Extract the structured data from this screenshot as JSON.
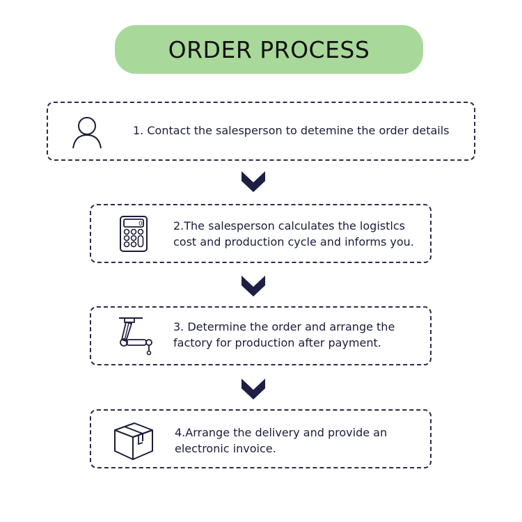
{
  "title": "ORDER PROCESS",
  "colors": {
    "title_bg": "#a9d99a",
    "border": "#2a2a4a",
    "arrow": "#1d1f45"
  },
  "steps": [
    {
      "text": "1. Contact the salesperson to detemine the order details",
      "icon": "person-icon"
    },
    {
      "text": "2.The salesperson calculates the logistlcs cost and production cycle and informs you.",
      "icon": "calculator-icon"
    },
    {
      "text": "3. Determine the order and arrange the factory for production after payment.",
      "icon": "robot-arm-icon"
    },
    {
      "text": "4.Arrange the delivery and provide an electronic invoice.",
      "icon": "package-box-icon"
    }
  ]
}
